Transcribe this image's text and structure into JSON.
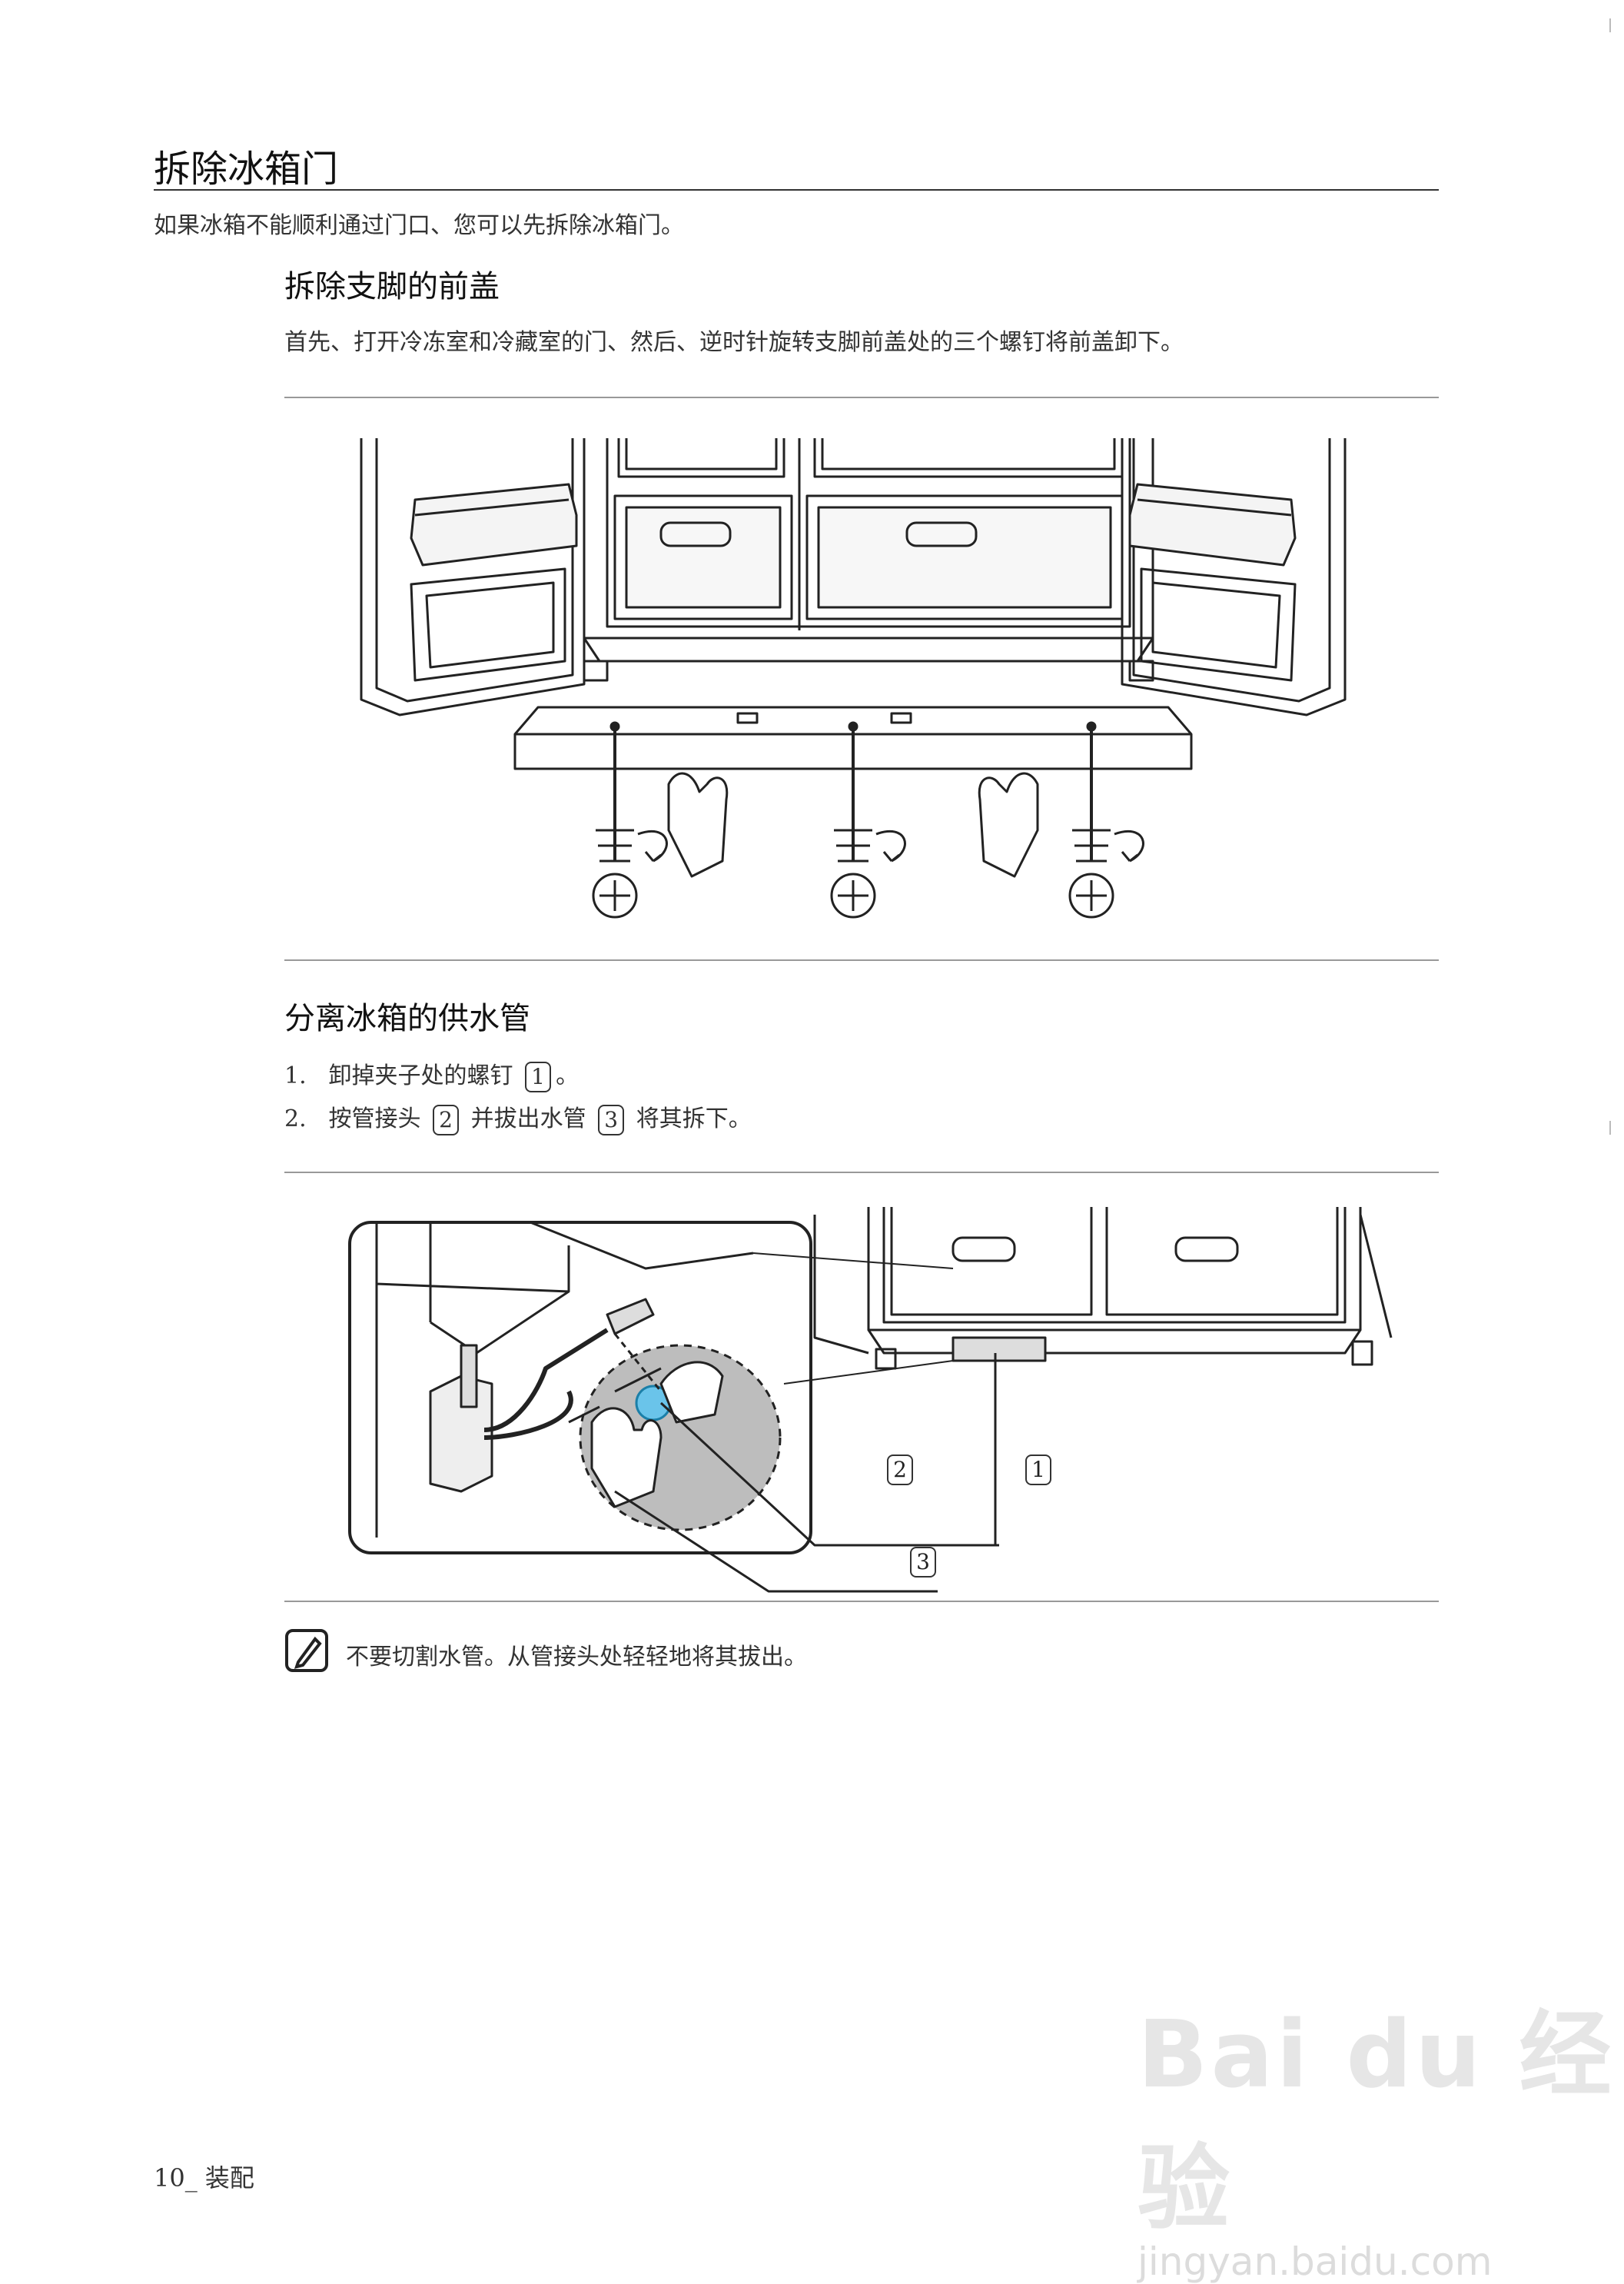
{
  "section": {
    "title": "拆除冰箱门",
    "intro": "如果冰箱不能顺利通过门口、您可以先拆除冰箱门。"
  },
  "subsection1": {
    "title": "拆除支脚的前盖",
    "text": "首先、打开冷冻室和冷藏室的门、然后、逆时针旋转支脚前盖处的三个螺钉将前盖卸下。"
  },
  "subsection2": {
    "title": "分离冰箱的供水管",
    "steps": [
      {
        "num": "1.",
        "text_a": "卸掉夹子处的螺钉",
        "callout": "1",
        "text_b": "。"
      },
      {
        "num": "2.",
        "text_a": "按管接头",
        "callout": "2",
        "text_b": "并拔出水管",
        "callout2": "3",
        "text_c": "将其拆下。"
      }
    ],
    "figure_callouts": [
      "2",
      "1",
      "3"
    ]
  },
  "note": {
    "icon": "note-pen-icon",
    "text": "不要切割水管。从管接头处轻轻地将其拔出。"
  },
  "footer": {
    "page": "10_ 装配"
  },
  "watermark": {
    "main": "Bai du 经验",
    "sub": "jingyan.baidu.com"
  }
}
